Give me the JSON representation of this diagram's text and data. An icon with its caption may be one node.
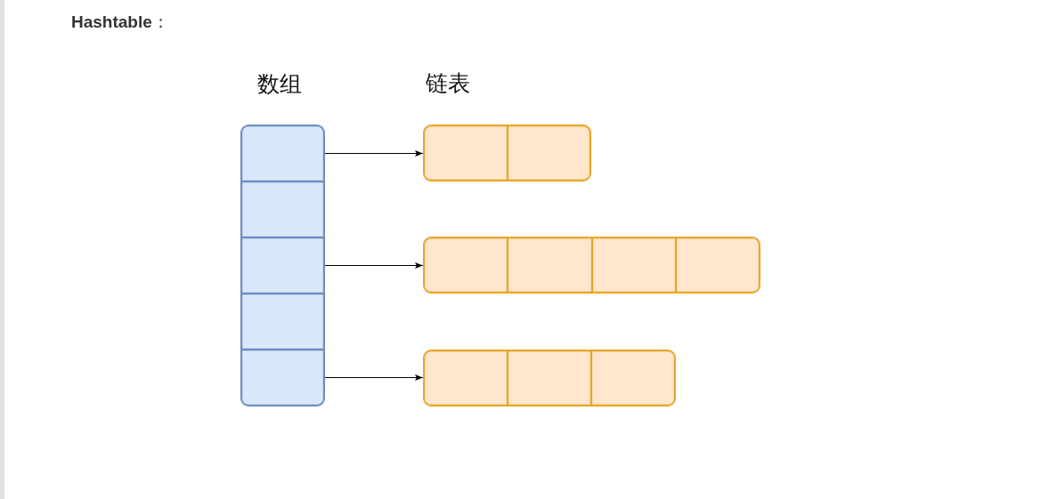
{
  "diagram": {
    "title": "**Hashtable**：",
    "nodes": [
      {
        "text": [
          "数组"
        ]
      },
      {
        "text": [],
        "shape": "box",
        "in": 0
      },
      {
        "text": [],
        "shape": "box",
        "in": 0
      },
      {
        "text": [],
        "shape": "box",
        "in": 0
      },
      {
        "text": [],
        "shape": "box",
        "in": 0
      },
      {
        "text": [],
        "shape": "box",
        "in": 0
      },
      {
        "text": [],
        "shape": "box"
      },
      {
        "text": [],
        "shape": "box",
        "in": 6
      },
      {
        "text": [],
        "shape": "box",
        "in": 6
      },
      {
        "text": [],
        "shape": "box"
      },
      {
        "text": [],
        "shape": "box",
        "in": 9
      },
      {
        "text": [],
        "shape": "box",
        "in": 9
      },
      {
        "text": [],
        "shape": "box",
        "in": 9
      },
      {
        "text": [],
        "shape": "box",
        "in": 9
      },
      {
        "text": [],
        "shape": "box"
      },
      {
        "text": [],
        "shape": "box",
        "in": 14
      },
      {
        "text": [],
        "shape": "box",
        "in": 14
      },
      {
        "text": [],
        "shape": "box",
        "in": 14
      }
    ],
    "edges": [
      {
        "from": 1,
        "to": 6,
        "arrow": "to"
      },
      {
        "from": 3,
        "to": 9,
        "arrow": "to"
      },
      {
        "from": 5,
        "to": 14,
        "arrow": "to"
      }
    ],
    "labels": [
      "链表"
    ]
  }
}
